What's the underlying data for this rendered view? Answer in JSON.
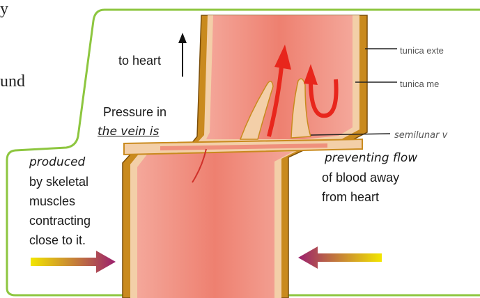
{
  "labels": {
    "to_heart": "to heart",
    "pressure_line1": "Pressure in",
    "pressure_line2": "the vein is",
    "produced": "produced",
    "by_skeletal": "by skeletal",
    "muscles": "muscles",
    "contracting": "contracting",
    "close_to_it": "close to it.",
    "preventing_flow": "preventing flow",
    "of_blood_away": "of blood away",
    "from_heart": "from heart",
    "tunica_externa": "tunica exte",
    "tunica_media": "tunica me",
    "semilunar": "semilunar v"
  },
  "edge_text": {
    "top": "y",
    "mid": "und"
  },
  "colors": {
    "border_green": "#8dc63f",
    "vein_wall": "#c98a1e",
    "vein_inner": "#f3cfa8",
    "blood": "#ef8a7c",
    "blood_light": "#f6b5a8",
    "flow_arrow": "#e8261c",
    "muscle_arrow_start": "#f2e600",
    "muscle_arrow_end": "#9b1f6e"
  },
  "icons": {
    "arrow_up": "arrow-up-icon",
    "flow_up": "flow-arrow-icon",
    "backflow": "backflow-arrow-icon",
    "pressure_left": "pressure-arrow-right-icon",
    "pressure_right": "pressure-arrow-left-icon"
  }
}
